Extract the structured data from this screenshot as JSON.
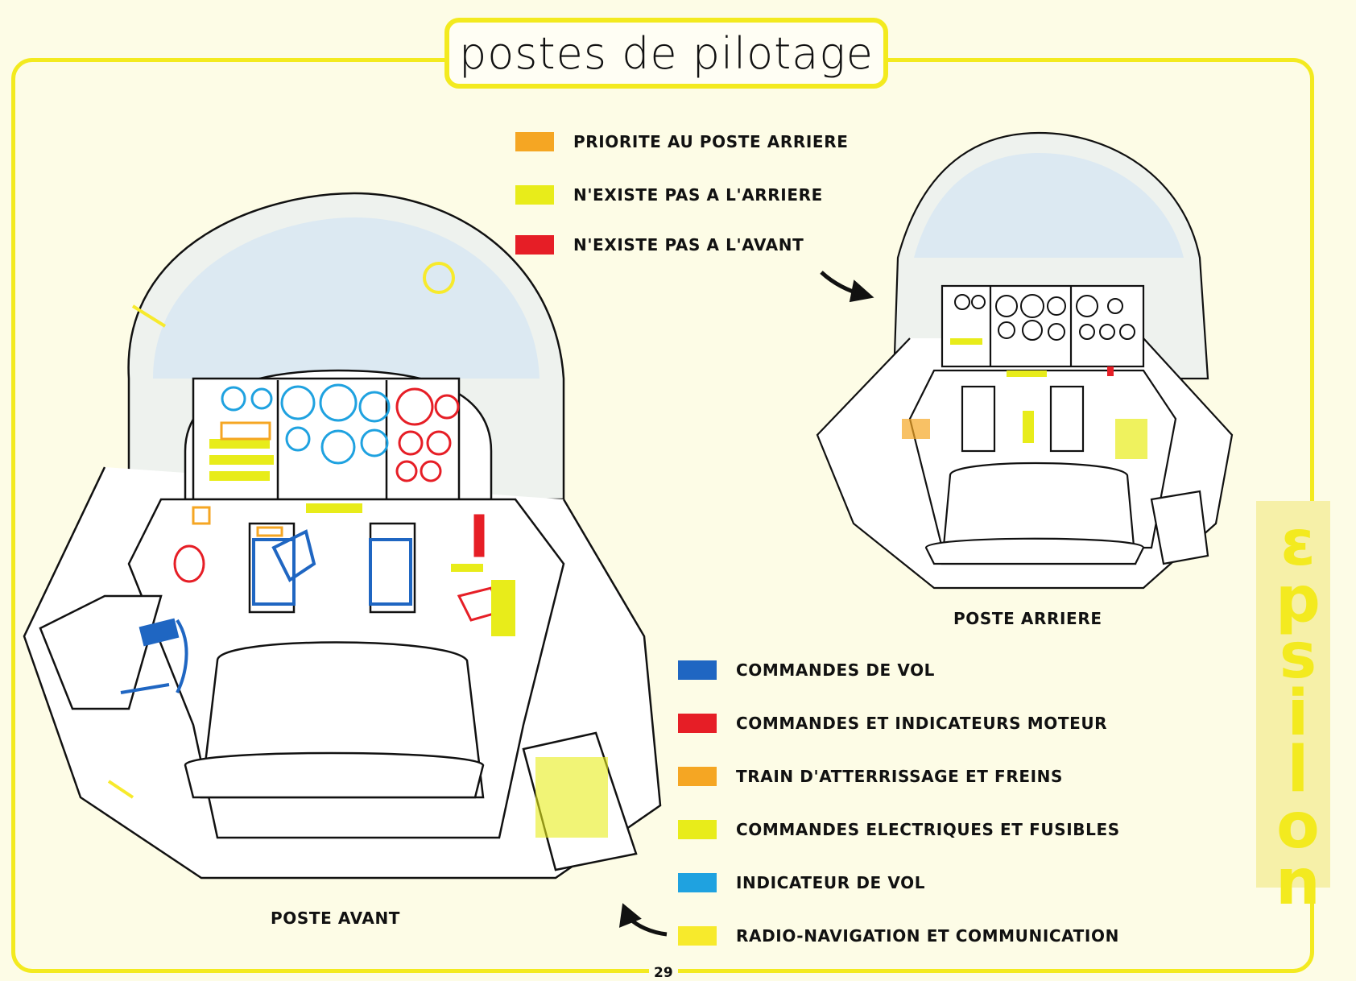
{
  "title": "postes de pilotage",
  "colors": {
    "frame": "#f3ea1f",
    "priority_rear": "#f5a623",
    "not_rear": "#e8ec1a",
    "not_front": "#e61e26",
    "flight_controls": "#1f66c2",
    "engine": "#e61e26",
    "landing_gear": "#f5a623",
    "electrical": "#e8ec1a",
    "flight_indicator": "#1fa2e0",
    "radio": "#f7ea2c"
  },
  "legend_top": [
    {
      "label": "PRIORITE AU POSTE ARRIERE",
      "color": "#f5a623"
    },
    {
      "label": "N'EXISTE PAS A L'ARRIERE",
      "color": "#e8ec1a"
    },
    {
      "label": "N'EXISTE PAS A L'AVANT",
      "color": "#e61e26"
    }
  ],
  "legend_bottom": [
    {
      "label": "COMMANDES DE VOL",
      "color": "#1f66c2"
    },
    {
      "label": "COMMANDES ET INDICATEURS MOTEUR",
      "color": "#e61e26"
    },
    {
      "label": "TRAIN D'ATTERRISSAGE ET FREINS",
      "color": "#f5a623"
    },
    {
      "label": "COMMANDES ELECTRIQUES ET FUSIBLES",
      "color": "#e8ec1a"
    },
    {
      "label": "INDICATEUR DE VOL",
      "color": "#1fa2e0"
    },
    {
      "label": "RADIO-NAVIGATION ET COMMUNICATION",
      "color": "#f7ea2c"
    }
  ],
  "captions": {
    "front": "POSTE AVANT",
    "rear": "POSTE ARRIERE"
  },
  "page_number": "29",
  "side_tab": [
    "ε",
    "p",
    "s",
    "i",
    "l",
    "o",
    "n"
  ]
}
